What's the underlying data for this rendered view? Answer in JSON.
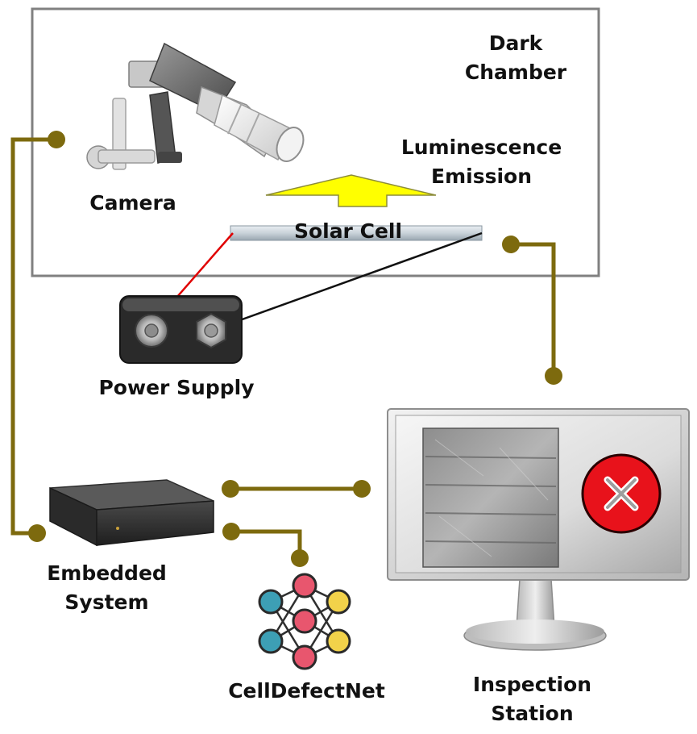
{
  "labels": {
    "dark_chamber": [
      "Dark",
      "Chamber"
    ],
    "camera": "Camera",
    "luminescence": [
      "Luminescence",
      "Emission"
    ],
    "solar_cell": "Solar Cell",
    "power_supply": "Power Supply",
    "embedded_system": [
      "Embedded",
      "System"
    ],
    "celldefectnet": "CellDefectNet",
    "inspection_station": [
      "Inspection",
      "Station"
    ]
  },
  "colors": {
    "connector": "#7d6a0e",
    "chamber_border": "#808080",
    "arrow_fill": "#ffff00",
    "positive_wire": "#e00000",
    "negative_wire": "#111111",
    "defect_mark": "#e8121b",
    "node_blue": "#3d9fb5",
    "node_pink": "#e8566e",
    "node_yellow": "#f2d24a"
  },
  "icons": {
    "camera": "camera-icon",
    "power_supply": "power-supply-icon",
    "embedded_system": "embedded-device-icon",
    "neural_net": "neural-network-icon",
    "monitor": "monitor-icon",
    "defect": "close-icon"
  }
}
